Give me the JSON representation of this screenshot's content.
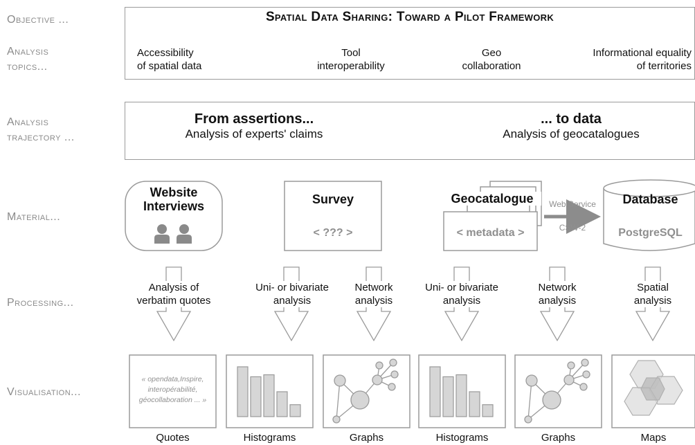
{
  "row_labels": {
    "objective": "Objective ...",
    "topics_1": "Analysis",
    "topics_2": "topics...",
    "trajectory_1": "Analysis",
    "trajectory_2": "trajectory ...",
    "material": "Material...",
    "processing": "Processing...",
    "visualisation": "Visualisation..."
  },
  "objective": {
    "title": "Spatial Data Sharing: Toward a Pilot Framework"
  },
  "topics": [
    {
      "line1": "Accessibility",
      "line2": "of spatial data"
    },
    {
      "line1": "Tool",
      "line2": "interoperability"
    },
    {
      "line1": "Geo",
      "line2": "collaboration"
    },
    {
      "line1": "Informational equality",
      "line2": "of territories"
    }
  ],
  "trajectory": {
    "left_title": "From assertions...",
    "left_sub": "Analysis of experts' claims",
    "right_title": "... to data",
    "right_sub": "Analysis of geocatalogues"
  },
  "material": {
    "interviews_1": "Website",
    "interviews_2": "Interviews",
    "survey": "Survey",
    "survey_placeholder": "< ??? >",
    "geocatalogue": "Geocatalogue",
    "metadata": "< metadata >",
    "web_service": "Web Service",
    "csw": "CSW-2",
    "database": "Database",
    "postgresql": "PostgreSQL"
  },
  "processing": [
    {
      "line1": "Analysis of",
      "line2": "verbatim quotes"
    },
    {
      "line1": "Uni- or bivariate",
      "line2": "analysis"
    },
    {
      "line1": "Network",
      "line2": "analysis"
    },
    {
      "line1": "Uni- or bivariate",
      "line2": "analysis"
    },
    {
      "line1": "Network",
      "line2": "analysis"
    },
    {
      "line1": "Spatial",
      "line2": "analysis"
    }
  ],
  "quotes_text": {
    "line1": "« opendata,Inspire,",
    "line2": "interopérabilité,",
    "line3": "géocollaboration ... »"
  },
  "histogram_values": [
    5,
    4,
    4.2,
    2.5,
    1.2
  ],
  "captions": [
    "Quotes",
    "Histograms",
    "Graphs",
    "Histograms",
    "Graphs",
    "Maps"
  ],
  "colors": {
    "border": "#9a9a9a",
    "fill": "#d6d6d6",
    "label": "#8a8a8a",
    "person": "#8a8a8a",
    "arrow": "#8c8c8c"
  }
}
